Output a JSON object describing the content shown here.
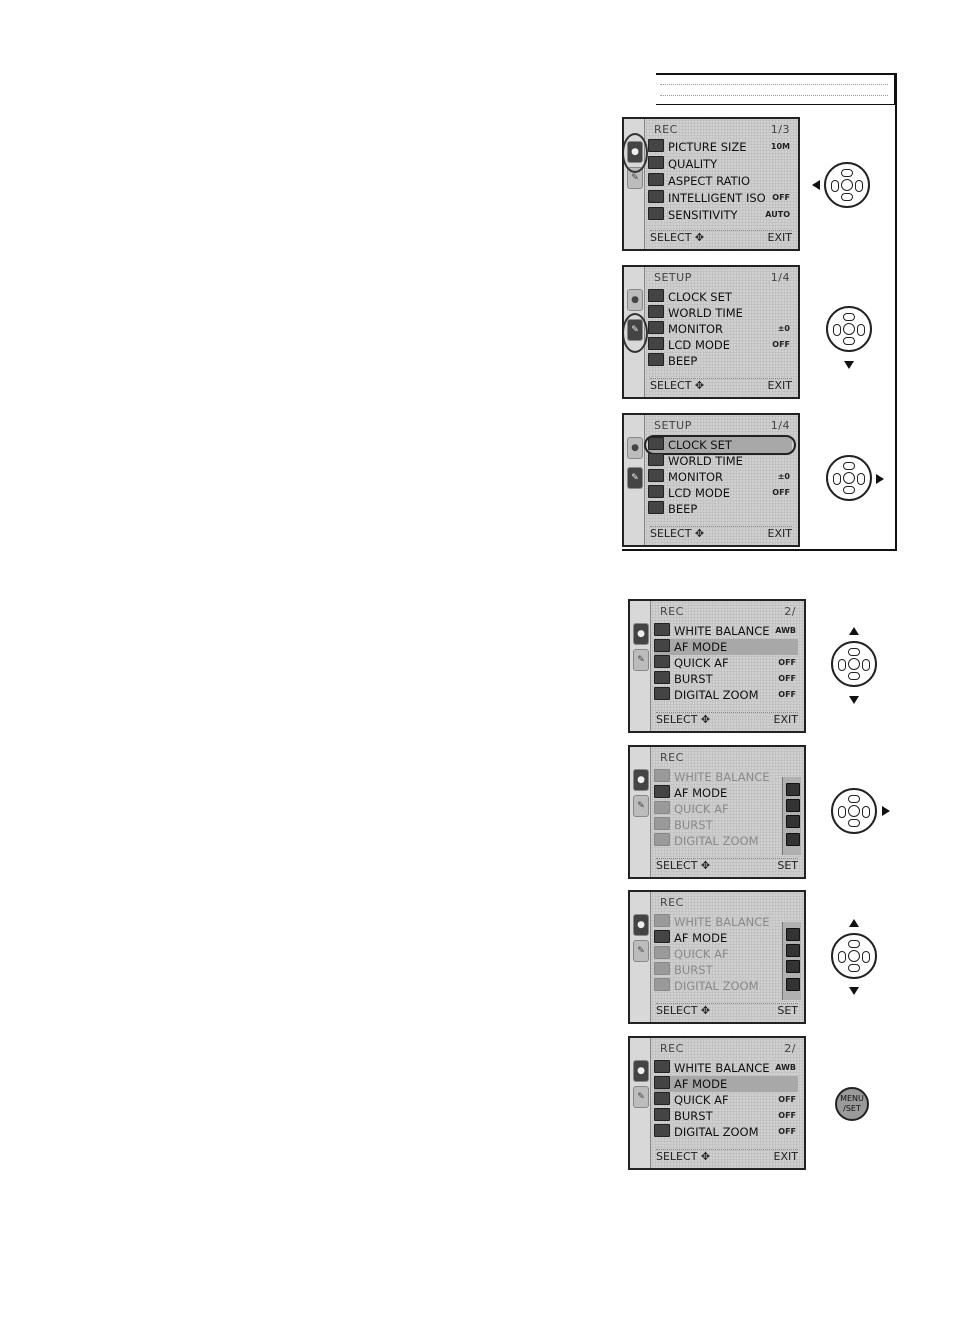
{
  "screens": [
    {
      "title": "REC",
      "page": "1/3",
      "rows": [
        {
          "label": "PICTURE SIZE",
          "value": "10M"
        },
        {
          "label": "QUALITY",
          "value": ""
        },
        {
          "label": "ASPECT RATIO",
          "value": ""
        },
        {
          "label": "INTELLIGENT ISO",
          "value": "OFF"
        },
        {
          "label": "SENSITIVITY",
          "value": "AUTO"
        }
      ],
      "footer_left": "SELECT",
      "footer_right": "EXIT"
    },
    {
      "title": "SETUP",
      "page": "1/4",
      "rows": [
        {
          "label": "CLOCK SET",
          "value": ""
        },
        {
          "label": "WORLD TIME",
          "value": ""
        },
        {
          "label": "MONITOR",
          "value": "±0"
        },
        {
          "label": "LCD MODE",
          "value": "OFF"
        },
        {
          "label": "BEEP",
          "value": ""
        }
      ],
      "footer_left": "SELECT",
      "footer_right": "EXIT"
    },
    {
      "title": "SETUP",
      "page": "1/4",
      "rows": [
        {
          "label": "CLOCK SET",
          "value": ""
        },
        {
          "label": "WORLD TIME",
          "value": ""
        },
        {
          "label": "MONITOR",
          "value": "±0"
        },
        {
          "label": "LCD MODE",
          "value": "OFF"
        },
        {
          "label": "BEEP",
          "value": ""
        }
      ],
      "footer_left": "SELECT",
      "footer_right": "EXIT"
    },
    {
      "title": "REC",
      "page": "2/",
      "rows": [
        {
          "label": "WHITE BALANCE",
          "value": "AWB"
        },
        {
          "label": "AF MODE",
          "value": ""
        },
        {
          "label": "QUICK AF",
          "value": "OFF"
        },
        {
          "label": "BURST",
          "value": "OFF"
        },
        {
          "label": "DIGITAL ZOOM",
          "value": "OFF"
        }
      ],
      "footer_left": "SELECT",
      "footer_right": "EXIT"
    },
    {
      "title": "REC",
      "page": "",
      "rows": [
        {
          "label": "WHITE BALANCE",
          "value": ""
        },
        {
          "label": "AF MODE",
          "value": ""
        },
        {
          "label": "QUICK AF",
          "value": ""
        },
        {
          "label": "BURST",
          "value": ""
        },
        {
          "label": "DIGITAL ZOOM",
          "value": ""
        }
      ],
      "footer_left": "SELECT",
      "footer_right": "SET"
    },
    {
      "title": "REC",
      "page": "",
      "rows": [
        {
          "label": "WHITE BALANCE",
          "value": ""
        },
        {
          "label": "AF MODE",
          "value": ""
        },
        {
          "label": "QUICK AF",
          "value": ""
        },
        {
          "label": "BURST",
          "value": ""
        },
        {
          "label": "DIGITAL ZOOM",
          "value": ""
        }
      ],
      "footer_left": "SELECT",
      "footer_right": "SET"
    },
    {
      "title": "REC",
      "page": "2/",
      "rows": [
        {
          "label": "WHITE BALANCE",
          "value": "AWB"
        },
        {
          "label": "AF MODE",
          "value": ""
        },
        {
          "label": "QUICK AF",
          "value": "OFF"
        },
        {
          "label": "BURST",
          "value": "OFF"
        },
        {
          "label": "DIGITAL ZOOM",
          "value": "OFF"
        }
      ],
      "footer_left": "SELECT",
      "footer_right": "EXIT"
    }
  ],
  "menu_set_button": {
    "line1": "MENU",
    "line2": "/SET"
  },
  "colors": {
    "ink": "#111111",
    "screen_bg": "#cfcfcf",
    "highlight": "#a8a8a8"
  }
}
